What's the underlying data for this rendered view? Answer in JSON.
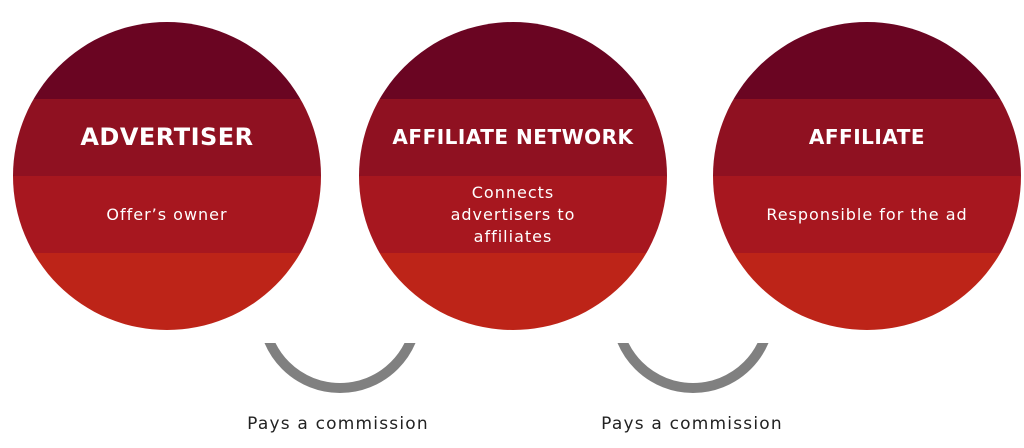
{
  "nodes": [
    {
      "title": "ADVERTISER",
      "description": "Offer’s owner"
    },
    {
      "title": "AFFILIATE NETWORK",
      "description": "Connects advertisers to affiliates"
    },
    {
      "title": "AFFILIATE",
      "description": "Responsible for the ad"
    }
  ],
  "connectors": [
    {
      "label": "Pays a commission"
    },
    {
      "label": "Pays a commission"
    }
  ],
  "colors": {
    "band1": "#6a0522",
    "band2": "#8f1121",
    "band3": "#a7171f",
    "band4": "#bd2418",
    "arc": "#808080"
  }
}
